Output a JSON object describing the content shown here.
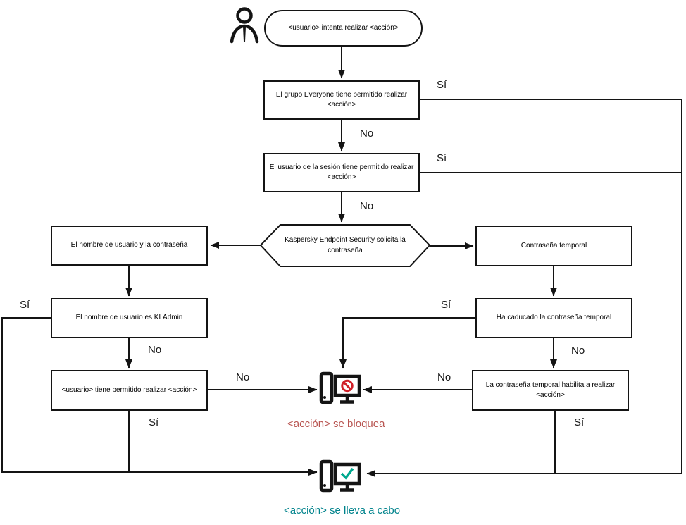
{
  "labels": {
    "yes": "Sí",
    "no": "No"
  },
  "nodes": {
    "start": "<usuario> intenta realizar <acción>",
    "everyone": "El grupo Everyone tiene permitido realizar <acción>",
    "session": "El usuario de la sesión tiene permitido realizar <acción>",
    "prompt": "Kaspersky Endpoint Security solicita la contraseña",
    "credentials": "El nombre de usuario y la contraseña",
    "temp_password": "Contraseña temporal",
    "kladmin": "El nombre de usuario es KLAdmin",
    "user_allowed": "<usuario> tiene permitido realizar <acción>",
    "temp_expired": "Ha caducado la contraseña temporal",
    "temp_allows": "La contraseña temporal habilita a realizar <acción>",
    "blocked": "<acción> se bloquea",
    "performed": "<acción> se lleva a cabo"
  },
  "icons": {
    "user": "user-icon",
    "blocked_computer": "computer-blocked-icon",
    "success_computer": "computer-success-icon"
  },
  "colors": {
    "line": "#141414",
    "blocked_text": "#b85450",
    "performed_text": "#00838c",
    "prohibition_red": "#d02028",
    "check_teal": "#00a88e"
  }
}
